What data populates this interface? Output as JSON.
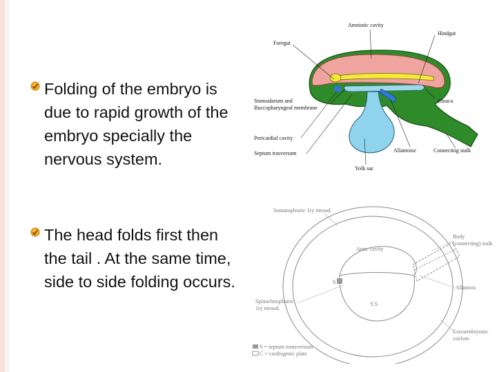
{
  "slide": {
    "bullets": [
      {
        "text": "Folding of the embryo is due to rapid growth of the embryo specially the nervous system."
      },
      {
        "text": "The head folds first then the tail . At the same time, side to side folding occurs."
      }
    ]
  },
  "figure1": {
    "labels": {
      "amniotic_cavity": "Amniotic cavity",
      "hindgut": "Hindgut",
      "foregut": "Foregut",
      "stomodaeum_1": "Stomodaeum and",
      "stomodaeum_2": "Buccopharyngeal membrane",
      "cloaca": "Cloaca",
      "pericardial_cavity": "Pericardial cavity",
      "septum_transversum": "Septum trasversum",
      "allantoise": "Allantoise",
      "connecting_stalk": "Connecting stalk",
      "yolk_sac": "Yolk sac"
    }
  },
  "figure2": {
    "labels": {
      "somatopleuric": "Somatopleuric 1ry mesod.",
      "body_stalk_1": "Body",
      "body_stalk_2": "(connecting) stalk",
      "amn_cavity": "Amn. cavity",
      "allantois": "Allantois",
      "splanchno_1": "Splanchnopleuric",
      "splanchno_2": "1ry mesod.",
      "ys": "Y.S",
      "extraembryonic_1": "Extraembryonic",
      "extraembryonic_2": "coelom",
      "s_marker": "S",
      "legend_s": "S = septum transversum",
      "legend_c": "C = cardiogenic plate"
    }
  }
}
